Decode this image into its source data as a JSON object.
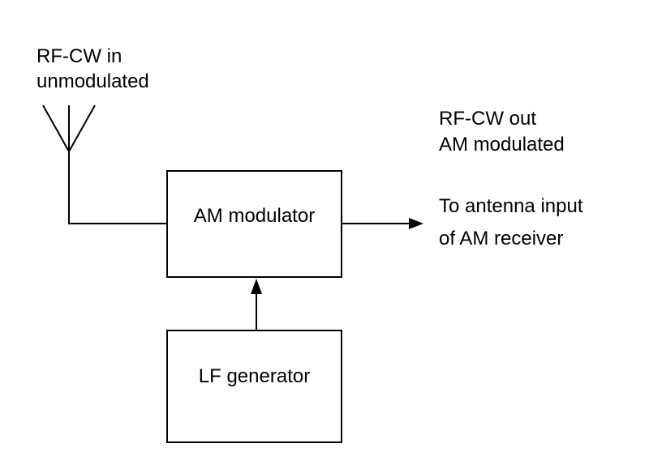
{
  "input_label": {
    "line1": "RF-CW in",
    "line2": "unmodulated"
  },
  "output_label": {
    "line1": "RF-CW out",
    "line2": "AM modulated",
    "line3": "To antenna input",
    "line4": "of AM receiver"
  },
  "blocks": {
    "modulator": "AM modulator",
    "generator": "LF generator"
  },
  "colors": {
    "stroke": "#000000",
    "background": "#ffffff"
  }
}
